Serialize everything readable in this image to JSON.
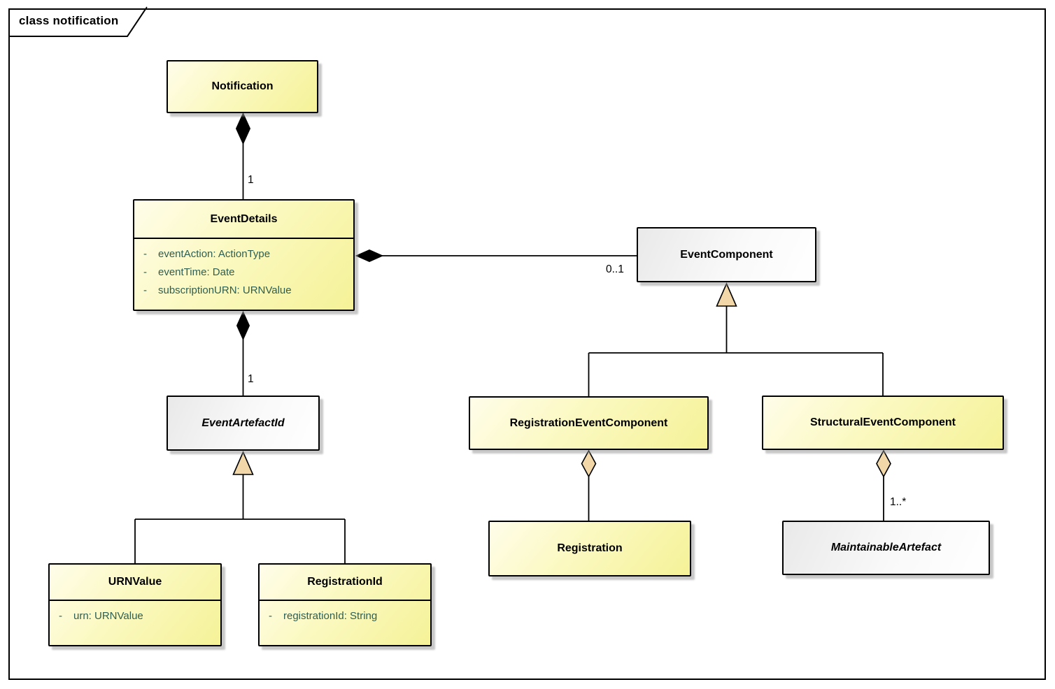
{
  "frame": {
    "label": "class notification"
  },
  "classes": {
    "notification": {
      "name": "Notification"
    },
    "event_details": {
      "name": "EventDetails",
      "attributes": [
        {
          "vis": "-",
          "text": "eventAction: ActionType"
        },
        {
          "vis": "-",
          "text": "eventTime: Date"
        },
        {
          "vis": "-",
          "text": "subscriptionURN: URNValue"
        }
      ]
    },
    "event_component": {
      "name": "EventComponent"
    },
    "event_artefact_id": {
      "name": "EventArtefactId"
    },
    "registration_event_component": {
      "name": "RegistrationEventComponent"
    },
    "structural_event_component": {
      "name": "StructuralEventComponent"
    },
    "urn_value": {
      "name": "URNValue",
      "attributes": [
        {
          "vis": "-",
          "text": "urn: URNValue"
        }
      ]
    },
    "registration_id": {
      "name": "RegistrationId",
      "attributes": [
        {
          "vis": "-",
          "text": "registrationId: String"
        }
      ]
    },
    "registration": {
      "name": "Registration"
    },
    "maintainable_artefact": {
      "name": "MaintainableArtefact"
    }
  },
  "relationships": {
    "notification_eventdetails": {
      "type": "composition",
      "multiplicity": "1"
    },
    "eventdetails_eventcomponent": {
      "type": "composition",
      "multiplicity": "0..1"
    },
    "eventdetails_eventartefactid": {
      "type": "composition",
      "multiplicity": "1"
    },
    "eventcomponent_generalization": {
      "type": "generalization",
      "children": "RegistrationEventComponent, StructuralEventComponent"
    },
    "eventartefactid_generalization": {
      "type": "generalization",
      "children": "URNValue, RegistrationId"
    },
    "registrationevent_registration": {
      "type": "aggregation",
      "multiplicity": ""
    },
    "structural_maintainable": {
      "type": "aggregation",
      "multiplicity": "1..*"
    }
  },
  "colors": {
    "class_fill_yellow": "#f5f298",
    "class_fill_yellow_light": "#fffde9",
    "abstract_fill": "#ffffff",
    "abstract_fill_edge": "#e9e9e9",
    "attribute_text": "#2e5e52",
    "border": "#000000",
    "aggregation_diamond_fill": "#f2d8a8",
    "composition_diamond_fill": "#000000",
    "shadow": "#919191",
    "background": "#ffffff"
  }
}
